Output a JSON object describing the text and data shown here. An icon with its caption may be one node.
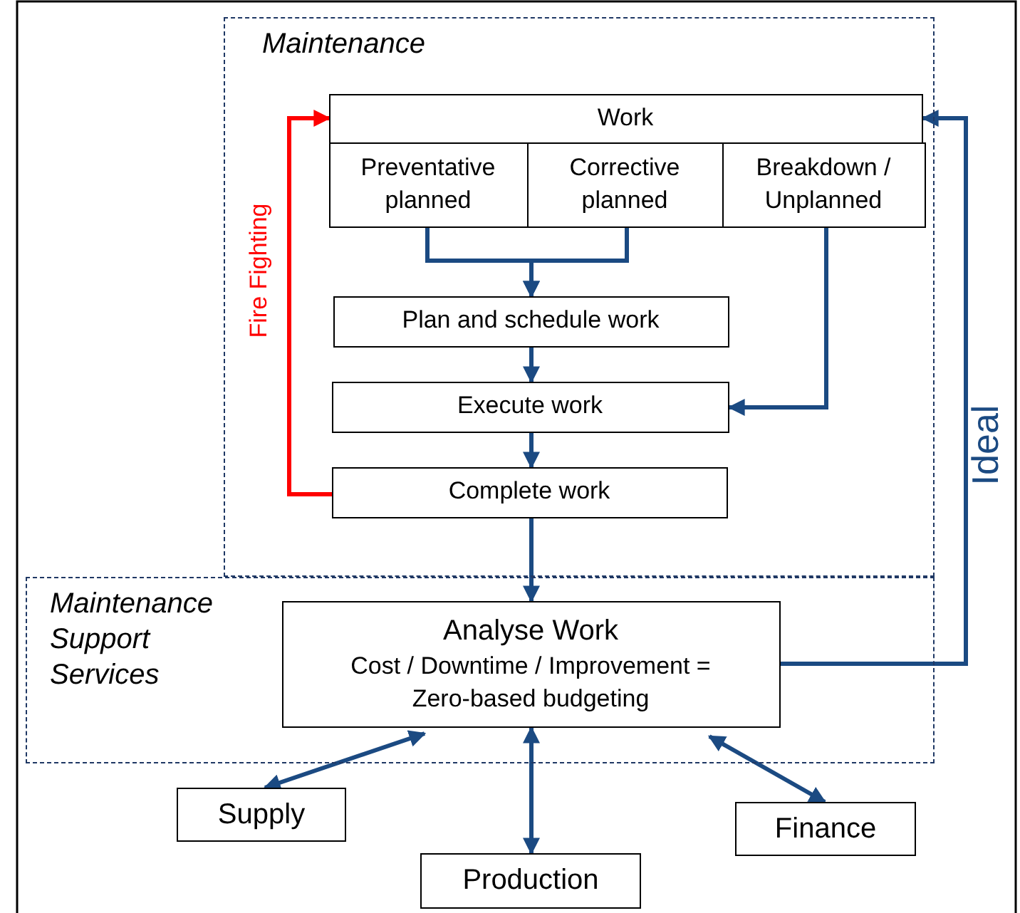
{
  "diagram": {
    "nodes": [
      {
        "text": [
          "Maintenance"
        ]
      },
      {
        "text": [
          "Work"
        ],
        "in": 0
      },
      {
        "text": [
          "Preventative planned"
        ],
        "in": 0
      },
      {
        "text": [
          "Corrective planned"
        ],
        "in": 0
      },
      {
        "text": [
          "Breakdown / Unplanned"
        ],
        "in": 0
      },
      {
        "text": [
          "Plan and schedule work"
        ],
        "in": 0
      },
      {
        "text": [
          "Execute work"
        ],
        "in": 0
      },
      {
        "text": [
          "Complete work"
        ],
        "in": 0
      },
      {
        "text": [
          "Maintenance Support Services"
        ]
      },
      {
        "text": [
          "Analyse Work",
          "Cost / Downtime / Improvement = Zero-based budgeting"
        ],
        "in": 8
      },
      {
        "text": [
          "Supply"
        ]
      },
      {
        "text": [
          "Production"
        ]
      },
      {
        "text": [
          "Finance"
        ]
      }
    ],
    "edges": [
      {
        "from": 2,
        "to": 5,
        "arrow": "to"
      },
      {
        "from": 3,
        "to": 5,
        "arrow": "to"
      },
      {
        "from": 4,
        "to": 6,
        "arrow": "to"
      },
      {
        "from": 5,
        "to": 6,
        "arrow": "to"
      },
      {
        "from": 6,
        "to": 7,
        "arrow": "to"
      },
      {
        "from": 7,
        "to": 1,
        "arrow": "to",
        "label": "Fire Fighting",
        "color": "#ff0000"
      },
      {
        "from": 7,
        "to": 9,
        "arrow": "to"
      },
      {
        "from": 9,
        "to": 1,
        "arrow": "to",
        "label": "Ideal"
      },
      {
        "from": 9,
        "to": 10,
        "arrow": "both"
      },
      {
        "from": 9,
        "to": 11,
        "arrow": "both"
      },
      {
        "from": 9,
        "to": 12,
        "arrow": "both"
      }
    ]
  }
}
